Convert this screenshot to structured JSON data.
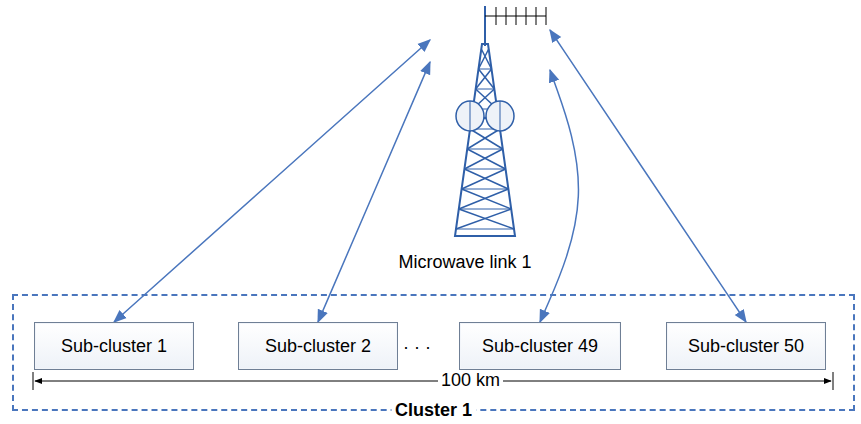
{
  "diagram": {
    "nodes": [
      {
        "text": [
          "Microwave link 1"
        ]
      },
      {
        "text": [
          "Cluster 1"
        ]
      },
      {
        "text": [
          "Sub-cluster 1"
        ],
        "in": 1
      },
      {
        "text": [
          "Sub-cluster 2"
        ],
        "in": 1
      },
      {
        "text": [
          "Sub-cluster 49"
        ],
        "in": 1
      },
      {
        "text": [
          "Sub-cluster 50"
        ],
        "in": 1
      }
    ],
    "edges": [
      {
        "from": 0,
        "to": 2,
        "arrow": "both"
      },
      {
        "from": 0,
        "to": 3,
        "arrow": "both"
      },
      {
        "from": 0,
        "to": 4,
        "arrow": "both"
      },
      {
        "from": 0,
        "to": 5,
        "arrow": "both"
      }
    ],
    "labels": [
      "· · ·",
      "100 km"
    ]
  }
}
